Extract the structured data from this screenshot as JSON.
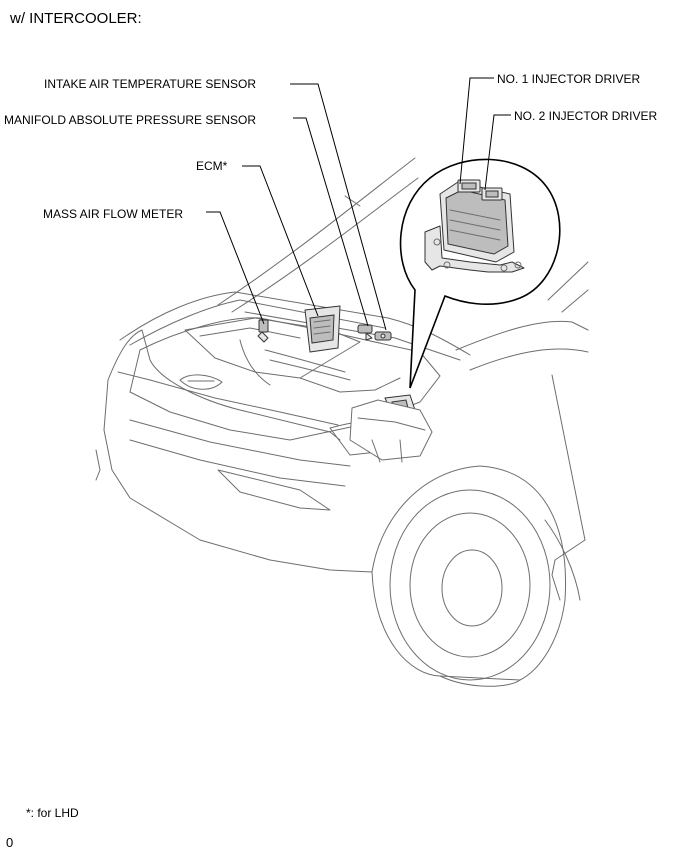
{
  "title": "w/ INTERCOOLER:",
  "callouts": {
    "intake_air_temperature_sensor": "INTAKE AIR TEMPERATURE SENSOR",
    "manifold_absolute_pressure_sensor": "MANIFOLD ABSOLUTE PRESSURE SENSOR",
    "ecm": "ECM*",
    "mass_air_flow_meter": "MASS AIR FLOW METER",
    "no1_injector_driver": "NO. 1 INJECTOR DRIVER",
    "no2_injector_driver": "NO. 2 INJECTOR DRIVER"
  },
  "footnote": "*: for LHD",
  "page_code": "0"
}
